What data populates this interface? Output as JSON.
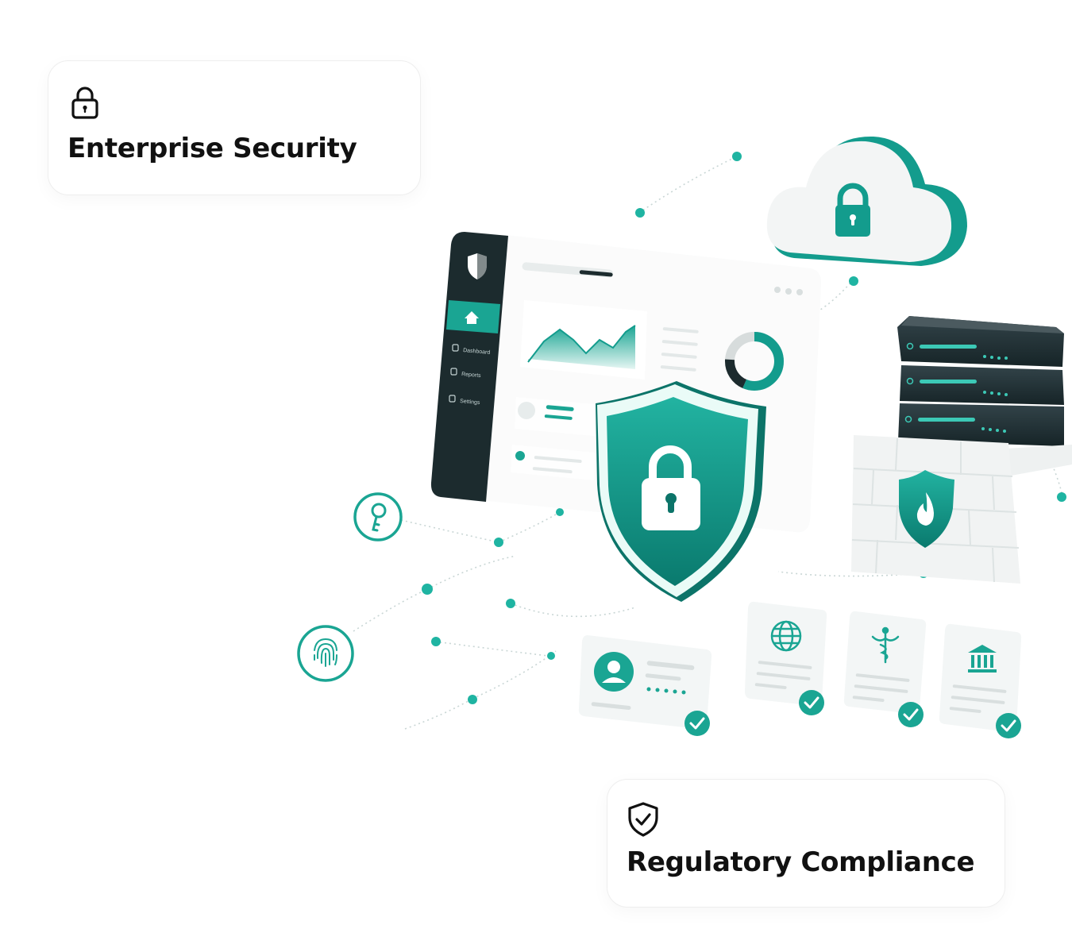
{
  "colors": {
    "accent": "#139c8d",
    "accent_light": "#3cc9b6",
    "dark_panel": "#1c2b2e",
    "text": "#111111"
  },
  "cards": {
    "enterprise": {
      "icon": "padlock-icon",
      "title": "Enterprise Security"
    },
    "compliance": {
      "icon": "shield-check-icon",
      "title": "Regulatory Compliance"
    }
  },
  "dashboard": {
    "sidebar_items": [
      {
        "icon": "home-icon",
        "label": ""
      },
      {
        "icon": "dashboard-icon",
        "label": "Dashboard"
      },
      {
        "icon": "reports-icon",
        "label": "Reports"
      },
      {
        "icon": "settings-icon",
        "label": "Settings"
      }
    ]
  },
  "illustration": {
    "elements": [
      "cloud-lock-icon",
      "server-rack-icon",
      "firewall-icon",
      "shield-lock-icon",
      "key-icon",
      "fingerprint-icon",
      "user-id-card-icon",
      "globe-document-icon",
      "medical-document-icon",
      "bank-document-icon"
    ]
  }
}
